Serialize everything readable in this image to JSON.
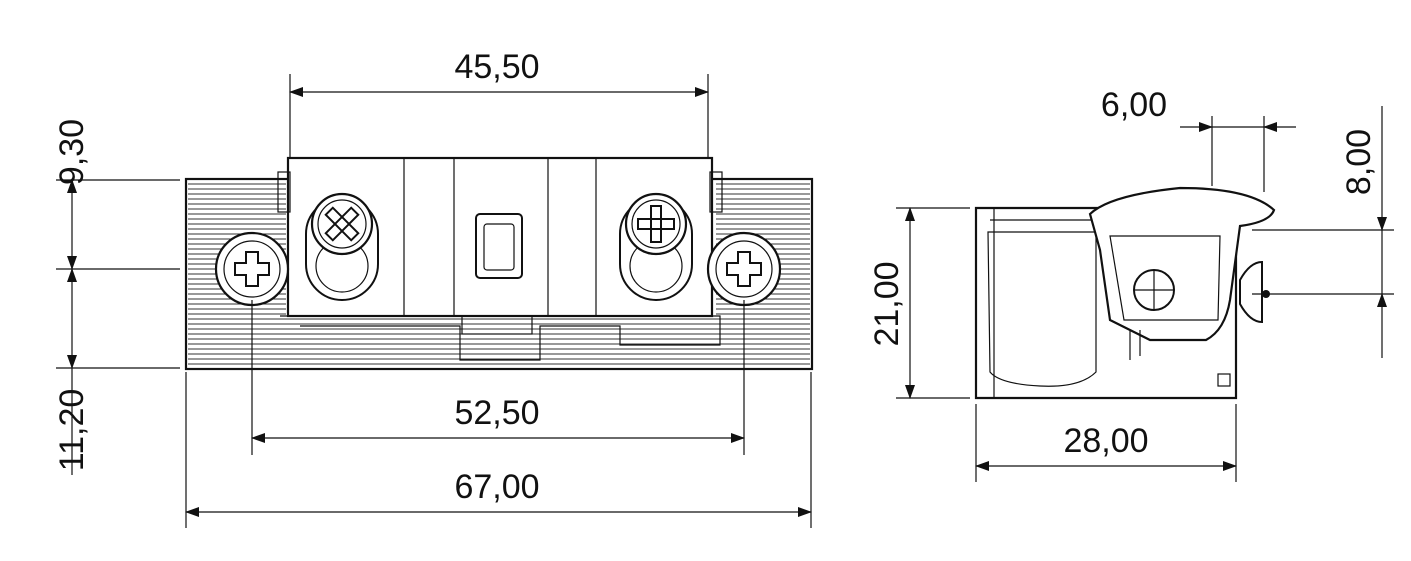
{
  "dimensions": {
    "d_45_50": "45,50",
    "d_9_30": "9,30",
    "d_11_20": "11,20",
    "d_52_50": "52,50",
    "d_67_00": "67,00",
    "d_6_00": "6,00",
    "d_8_00": "8,00",
    "d_21_00": "21,00",
    "d_28_00": "28,00"
  }
}
